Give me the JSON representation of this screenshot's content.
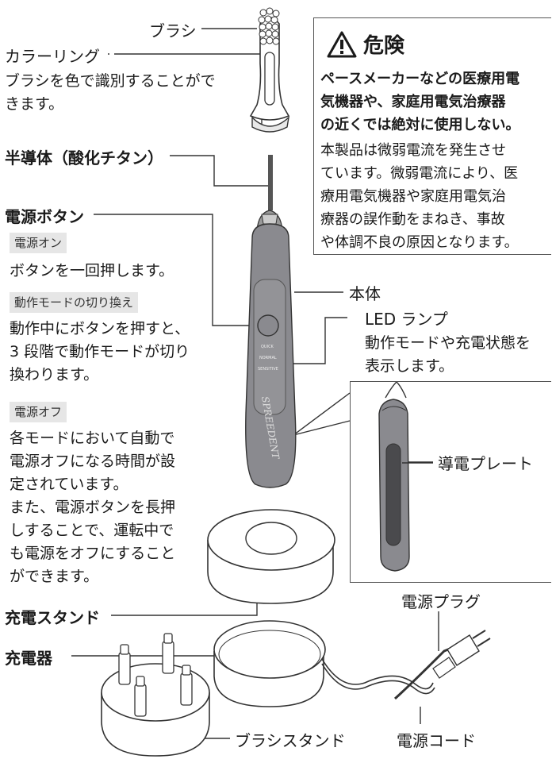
{
  "labels": {
    "brush": "ブラシ",
    "color_ring": "カラーリング",
    "color_ring_desc": [
      "ブラシを色で識別することがで",
      "きます。"
    ],
    "semiconductor": "半導体（酸化チタン）",
    "power_button": "電源ボタン",
    "power_on_tag": "電源オン",
    "power_on_desc": "ボタンを一回押します。",
    "mode_switch_tag": "動作モードの切り換え",
    "mode_switch_desc": [
      "動作中にボタンを押すと、",
      "3 段階で動作モードが切り",
      "換わります。"
    ],
    "power_off_tag": "電源オフ",
    "power_off_desc": [
      "各モードにおいて自動で",
      "電源オフになる時間が設",
      "定されています。",
      "また、電源ボタンを長押",
      "しすることで、運転中で",
      "も電源をオフにすること",
      "ができます。"
    ],
    "body": "本体",
    "led_lamp": "LED ランプ",
    "led_desc": [
      "動作モードや充電状態を",
      "表示します。"
    ],
    "conductive_plate": "導電プレート",
    "charging_stand": "充電スタンド",
    "charger": "充電器",
    "power_plug": "電源プラグ",
    "brush_stand": "ブラシスタンド",
    "power_cord": "電源コード"
  },
  "warning": {
    "title": "危険",
    "headline": [
      "ペースメーカーなどの医療用電",
      "気機器や、家庭用電気治療器",
      "の近くでは絶対に使用しない。"
    ],
    "body": [
      "本製品は微弱電流を発生させ",
      "ています。微弱電流により、医",
      "療用電気機器や家庭用電気治",
      "療器の誤作動をまねき、事故",
      "や体調不良の原因となります。"
    ]
  },
  "device": {
    "mode_labels": [
      "QUICK",
      "NORMAL",
      "SENSITIVE"
    ],
    "logo": "SPREEDENT"
  },
  "colors": {
    "body": "#8a8a8f",
    "tag_bg": "#e6e6e6",
    "line": "#333333"
  }
}
